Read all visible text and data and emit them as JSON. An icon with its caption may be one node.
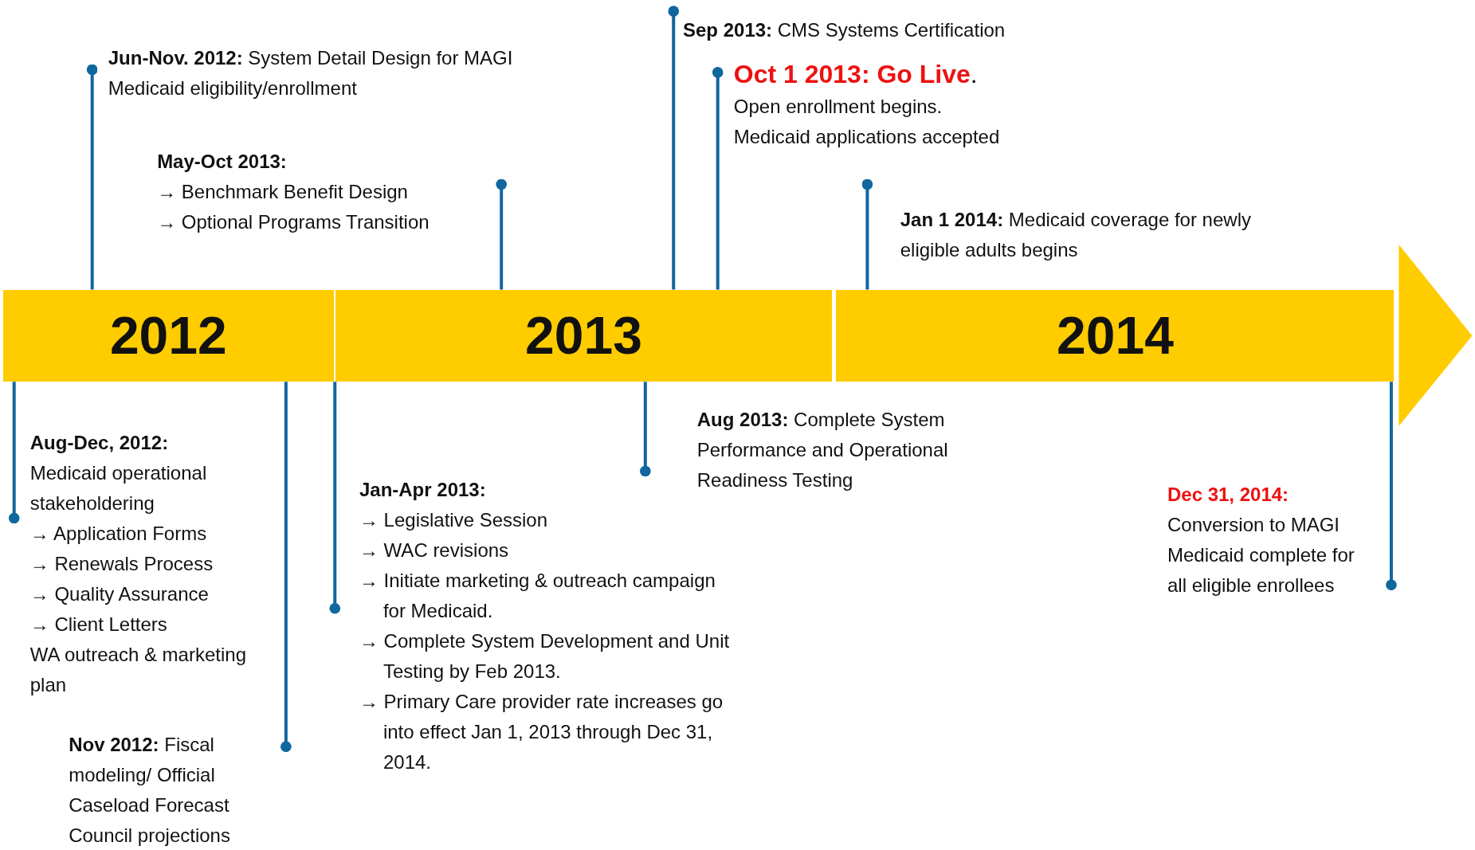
{
  "diagram": {
    "nodes": [
      {
        "text": [
          "2012"
        ]
      },
      {
        "text": [
          "2013"
        ]
      },
      {
        "text": [
          "2014"
        ]
      },
      {
        "text": [
          "**Jun-Nov. 2012:** System Detail Design for MAGI Medicaid eligibility/enrollment"
        ]
      },
      {
        "text": [
          "May-Oct 2013:",
          "→ Benchmark Benefit Design",
          "→ Optional Programs Transition"
        ]
      },
      {
        "text": [
          "**Sep 2013:** CMS Systems Certification"
        ]
      },
      {
        "text": [
          "**Oct 1 2013: Go Live**.",
          "Open enrollment begins. Medicaid applications accepted"
        ]
      },
      {
        "text": [
          "**Jan 1 2014:** Medicaid coverage for newly eligible adults begins"
        ]
      },
      {
        "text": [
          "Aug-Dec, 2012:",
          "Medicaid operational stakeholdering",
          "→ Application Forms",
          "→ Renewals Process",
          "→ Quality Assurance",
          "→ Client Letters",
          "WA outreach & marketing plan"
        ]
      },
      {
        "text": [
          "**Nov 2012:** Fiscal modeling/ Official Caseload Forecast Council projections"
        ]
      },
      {
        "text": [
          "Jan-Apr 2013:",
          "→ Legislative Session",
          "→ WAC revisions",
          "→ Initiate marketing & outreach campaign for Medicaid.",
          "→ Complete System Development and Unit Testing by Feb 2013.",
          "→ Primary Care provider rate increases go into effect Jan 1, 2013 through Dec 31, 2014."
        ]
      },
      {
        "text": [
          "**Aug 2013:** Complete System Performance and Operational Readiness Testing"
        ]
      },
      {
        "text": [
          "Dec 31, 2014:",
          "Conversion to MAGI Medicaid complete for all  eligible enrollees"
        ]
      }
    ],
    "edges": [
      {
        "from": 0,
        "to": 3,
        "arrow": "other"
      },
      {
        "from": 1,
        "to": 4,
        "arrow": "other"
      },
      {
        "from": 1,
        "to": 5,
        "arrow": "other"
      },
      {
        "from": 1,
        "to": 6,
        "arrow": "other"
      },
      {
        "from": 2,
        "to": 7,
        "arrow": "other"
      },
      {
        "from": 0,
        "to": 8,
        "arrow": "other"
      },
      {
        "from": 0,
        "to": 9,
        "arrow": "other"
      },
      {
        "from": 1,
        "to": 10,
        "arrow": "other"
      },
      {
        "from": 1,
        "to": 11,
        "arrow": "other"
      },
      {
        "from": 2,
        "to": 12,
        "arrow": "other"
      }
    ]
  }
}
